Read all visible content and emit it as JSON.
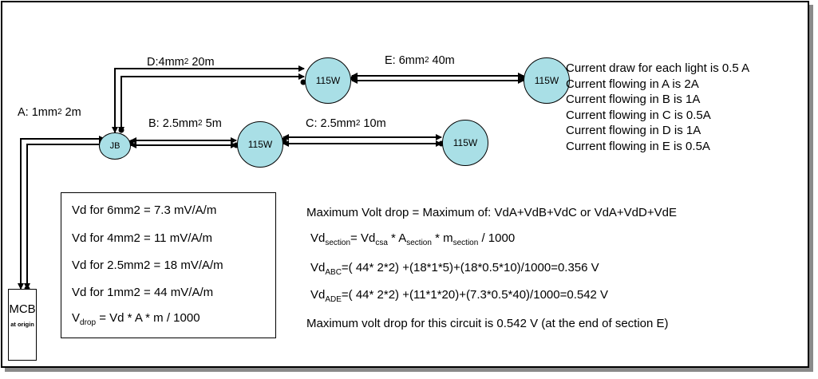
{
  "cable_labels": {
    "a": {
      "prefix": "A: 1mm",
      "sup": "2",
      "suffix": " 2m"
    },
    "b": {
      "prefix": "B: 2.5mm",
      "sup": "2",
      "suffix": " 5m"
    },
    "c": {
      "prefix": "C: 2.5mm",
      "sup": "2",
      "suffix": " 10m"
    },
    "d": {
      "prefix": "D:4mm",
      "sup": "2",
      "suffix": " 20m"
    },
    "e": {
      "prefix": "E: 6mm",
      "sup": "2",
      "suffix": " 40m"
    }
  },
  "nodes": {
    "jb": "JB",
    "lamp_label": "115W",
    "mcb_title": "MCB",
    "mcb_sub": "at origin"
  },
  "currents": [
    "Current draw for each light is 0.5 A",
    "Current flowing in A is 2A",
    "Current flowing in B is 1A",
    "Current flowing in C is 0.5A",
    "Current flowing in D is 1A",
    "Current flowing in E is 0.5A"
  ],
  "vd_table": [
    "Vd for 6mm2 = 7.3 mV/A/m",
    "Vd for 4mm2 = 11 mV/A/m",
    "Vd for 2.5mm2 = 18 mV/A/m",
    "Vd for 1mm2 = 44 mV/A/m"
  ],
  "vdrop_formula": {
    "v": "V",
    "sub": "drop",
    "rest": " = Vd * A * m / 1000"
  },
  "calc": {
    "max_line": "Maximum Volt drop = Maximum of:  VdA+VdB+VdC or VdA+VdD+VdE",
    "section": {
      "v": "Vd",
      "sub1": "section",
      "mid1": "= Vd",
      "sub2": "csa",
      "mid2": " * A",
      "sub3": "section",
      "mid3": " * m",
      "sub4": "section",
      "end": " / 1000"
    },
    "abc": {
      "v": "Vd",
      "sub": "ABC",
      "rest": "=( 44* 2*2) +(18*1*5)+(18*0.5*10)/1000=0.356 V"
    },
    "ade": {
      "v": "Vd",
      "sub": "ADE",
      "rest": "=( 44* 2*2) +(11*1*20)+(7.3*0.5*40)/1000=0.542 V"
    },
    "conclusion": "Maximum volt drop for this circuit is 0.542 V (at the end of section E)"
  },
  "colors": {
    "node_fill": "#a9dfe6",
    "shadow": "#8a8a8a"
  }
}
